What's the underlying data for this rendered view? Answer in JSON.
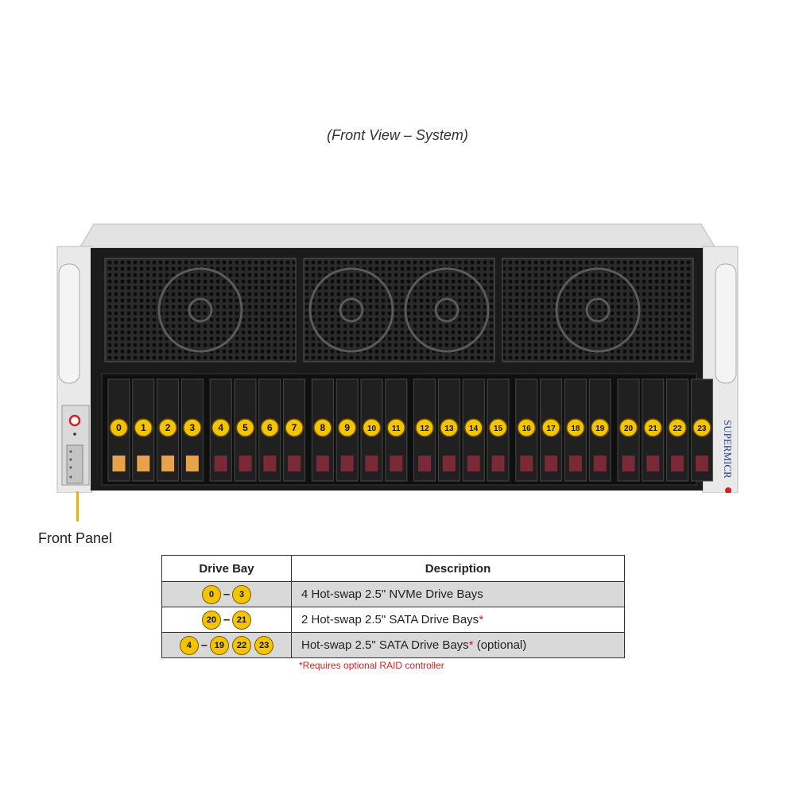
{
  "caption": "(Front View – System)",
  "brand": "SUPERMICR",
  "front_panel_label": "Front Panel",
  "drive_bays": [
    "0",
    "1",
    "2",
    "3",
    "4",
    "5",
    "6",
    "7",
    "8",
    "9",
    "10",
    "11",
    "12",
    "13",
    "14",
    "15",
    "16",
    "17",
    "18",
    "19",
    "20",
    "21",
    "22",
    "23"
  ],
  "nvme_bay_count": 4,
  "colors": {
    "badge": "#f5c400",
    "nvme_handle": "#e8a24a",
    "sata_handle": "#7a2a36",
    "accent_red": "#d61f1f"
  },
  "legend": {
    "headers": {
      "bay": "Drive Bay",
      "description": "Description"
    },
    "rows": [
      {
        "bays": [
          "0",
          "–",
          "3"
        ],
        "description": "4 Hot-swap 2.5\" NVMe Drive Bays",
        "asterisk": ""
      },
      {
        "bays": [
          "20",
          "–",
          "21"
        ],
        "description": "2 Hot-swap 2.5\" SATA Drive Bays",
        "asterisk": "*"
      },
      {
        "bays": [
          "4",
          "–",
          "19",
          "22",
          "23"
        ],
        "description": "Hot-swap 2.5\" SATA Drive Bays",
        "asterisk": "*",
        "suffix": " (optional)"
      }
    ],
    "footnote": "*Requires optional RAID controller"
  }
}
